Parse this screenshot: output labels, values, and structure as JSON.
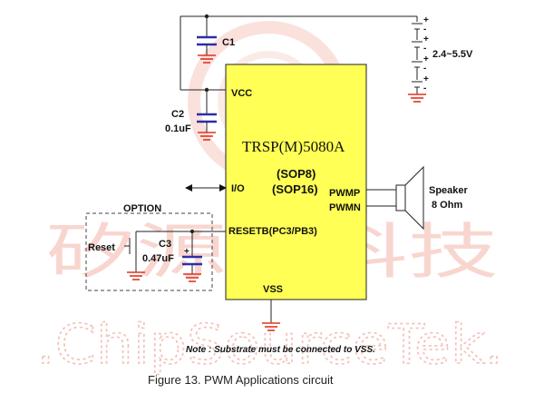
{
  "watermark": {
    "chinese": "矽源特科技",
    "english": ".ChipSourceTek."
  },
  "chip": {
    "name": "TRSP(M)5080A",
    "package_1": "(SOP8)",
    "package_2": "(SOP16)",
    "pins": {
      "vcc": "VCC",
      "io": "I/O",
      "pwmp": "PWMP",
      "pwmn": "PWMN",
      "reset": "RESETB(PC3/PB3)",
      "vss": "VSS"
    },
    "fill_color": "#ffff55"
  },
  "components": {
    "c1": "C1",
    "c2": "C2",
    "c2_value": "0.1uF",
    "c3": "C3",
    "c3_value": "0.47uF",
    "battery_voltage": "2.4~5.5V",
    "speaker": "Speaker",
    "speaker_impedance": "8 Ohm",
    "reset_switch": "Reset",
    "option_box": "OPTION"
  },
  "note": "Note : Substrate must be connected to VSS.",
  "caption": "Figure 13.  PWM Applications circuit",
  "colors": {
    "capacitor": "#2b2fa8",
    "ground": "#e0341f",
    "watermark": "#f6c9c0"
  }
}
